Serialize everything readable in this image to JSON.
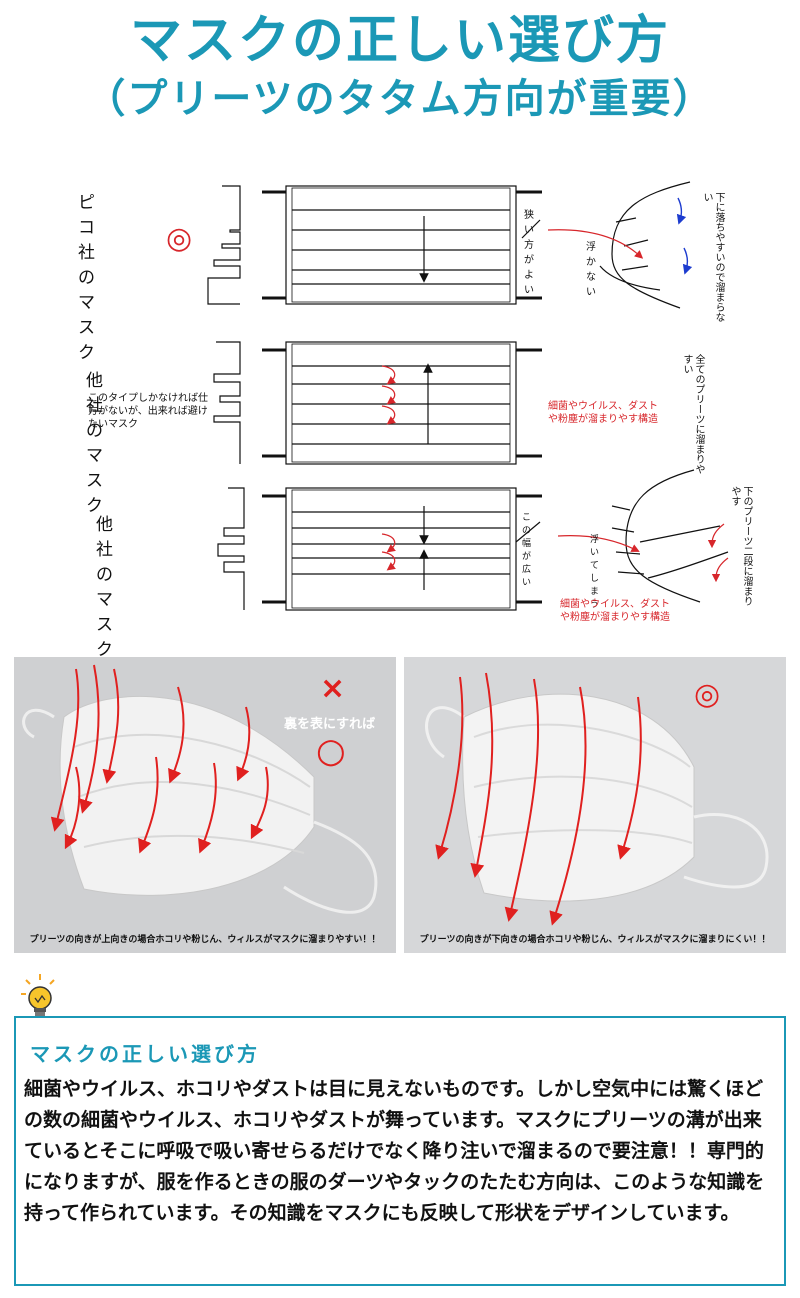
{
  "header": {
    "title": "マスクの正しい選び方",
    "subtitle": "（プリーツのタタム方向が重要）"
  },
  "diagram": {
    "section1": {
      "label": "ピコ社のマスク",
      "rating_symbol": "◎",
      "note_narrow": "狭い方がよい",
      "note_float": "浮かない",
      "note_vertical": "下に落ちやすいので溜まらない"
    },
    "section2": {
      "label": "他社のマスク",
      "sub_note": "このタイプしかなければ仕方がないが、出来れば避けたいマスク",
      "warning": "細菌やウイルス、ダストや粉塵が溜まりやす構造",
      "note_vertical": "全てのプリーツに溜まりやすい"
    },
    "section3": {
      "label": "他社のマスク",
      "note_wide": "この幅が広い",
      "note_float": "浮いてしまう",
      "warning": "細菌やウイルス、ダストや粉塵が溜まりやす構造",
      "note_vertical": "下のプリーツ二段に溜まりやす"
    }
  },
  "photos": {
    "left": {
      "cross_symbol": "×",
      "label": "裏を表にすれば",
      "circle_symbol": "○",
      "caption": "プリーツの向きが上向きの場合ホコリや粉じん、ウィルスがマスクに溜まりやすい！！"
    },
    "right": {
      "rating_symbol": "◎",
      "caption": "プリーツの向きが下向きの場合ホコリや粉じん、ウィルスがマスクに溜まりにくい！！"
    }
  },
  "info": {
    "title": "マスクの正しい選び方",
    "body": "細菌やウイルス、ホコリやダストは目に見えないものです。しかし空気中には驚くほどの数の細菌やウイルス、ホコリやダストが舞っています。マスクにプリーツの溝が出来ているとそこに呼吸で吸い寄せらるだけでなく降り注いで溜まるので要注意！！専門的になりますが、服を作るときの服のダーツやタックのたたむ方向は、このような知識を持って作られています。その知識をマスクにも反映して形状をデザインしています。",
    "icon": "lightbulb-icon"
  },
  "colors": {
    "accent": "#1b98b6",
    "red": "#d7262b",
    "blue": "#1d3ccf"
  }
}
